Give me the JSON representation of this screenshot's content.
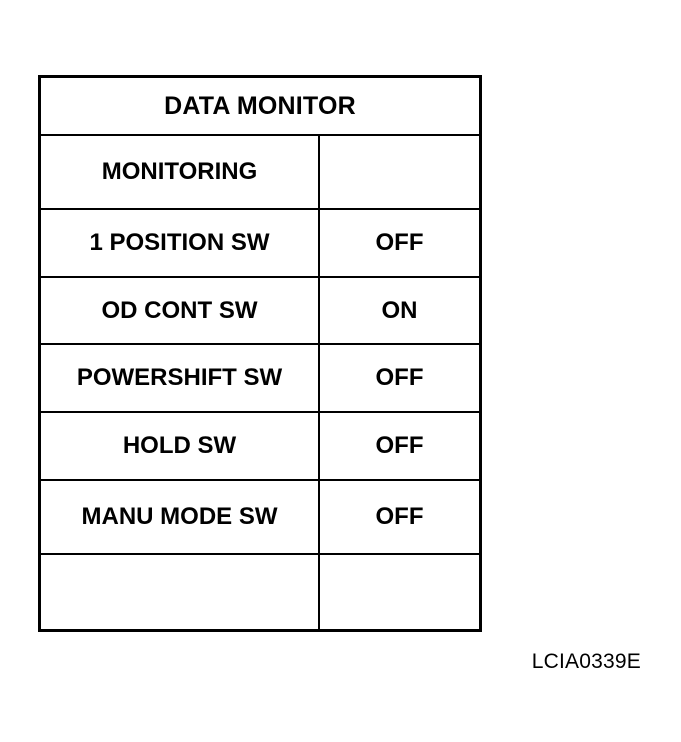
{
  "data_monitor": {
    "title": "DATA MONITOR",
    "header": {
      "label": "MONITORING",
      "value": ""
    },
    "rows": [
      {
        "label": "1 POSITION SW",
        "value": "OFF"
      },
      {
        "label": "OD CONT SW",
        "value": "ON"
      },
      {
        "label": "POWERSHIFT SW",
        "value": "OFF"
      },
      {
        "label": "HOLD SW",
        "value": "OFF"
      },
      {
        "label": "MANU MODE SW",
        "value": "OFF"
      },
      {
        "label": "",
        "value": ""
      }
    ]
  },
  "footer": {
    "code": "LCIA0339E"
  }
}
